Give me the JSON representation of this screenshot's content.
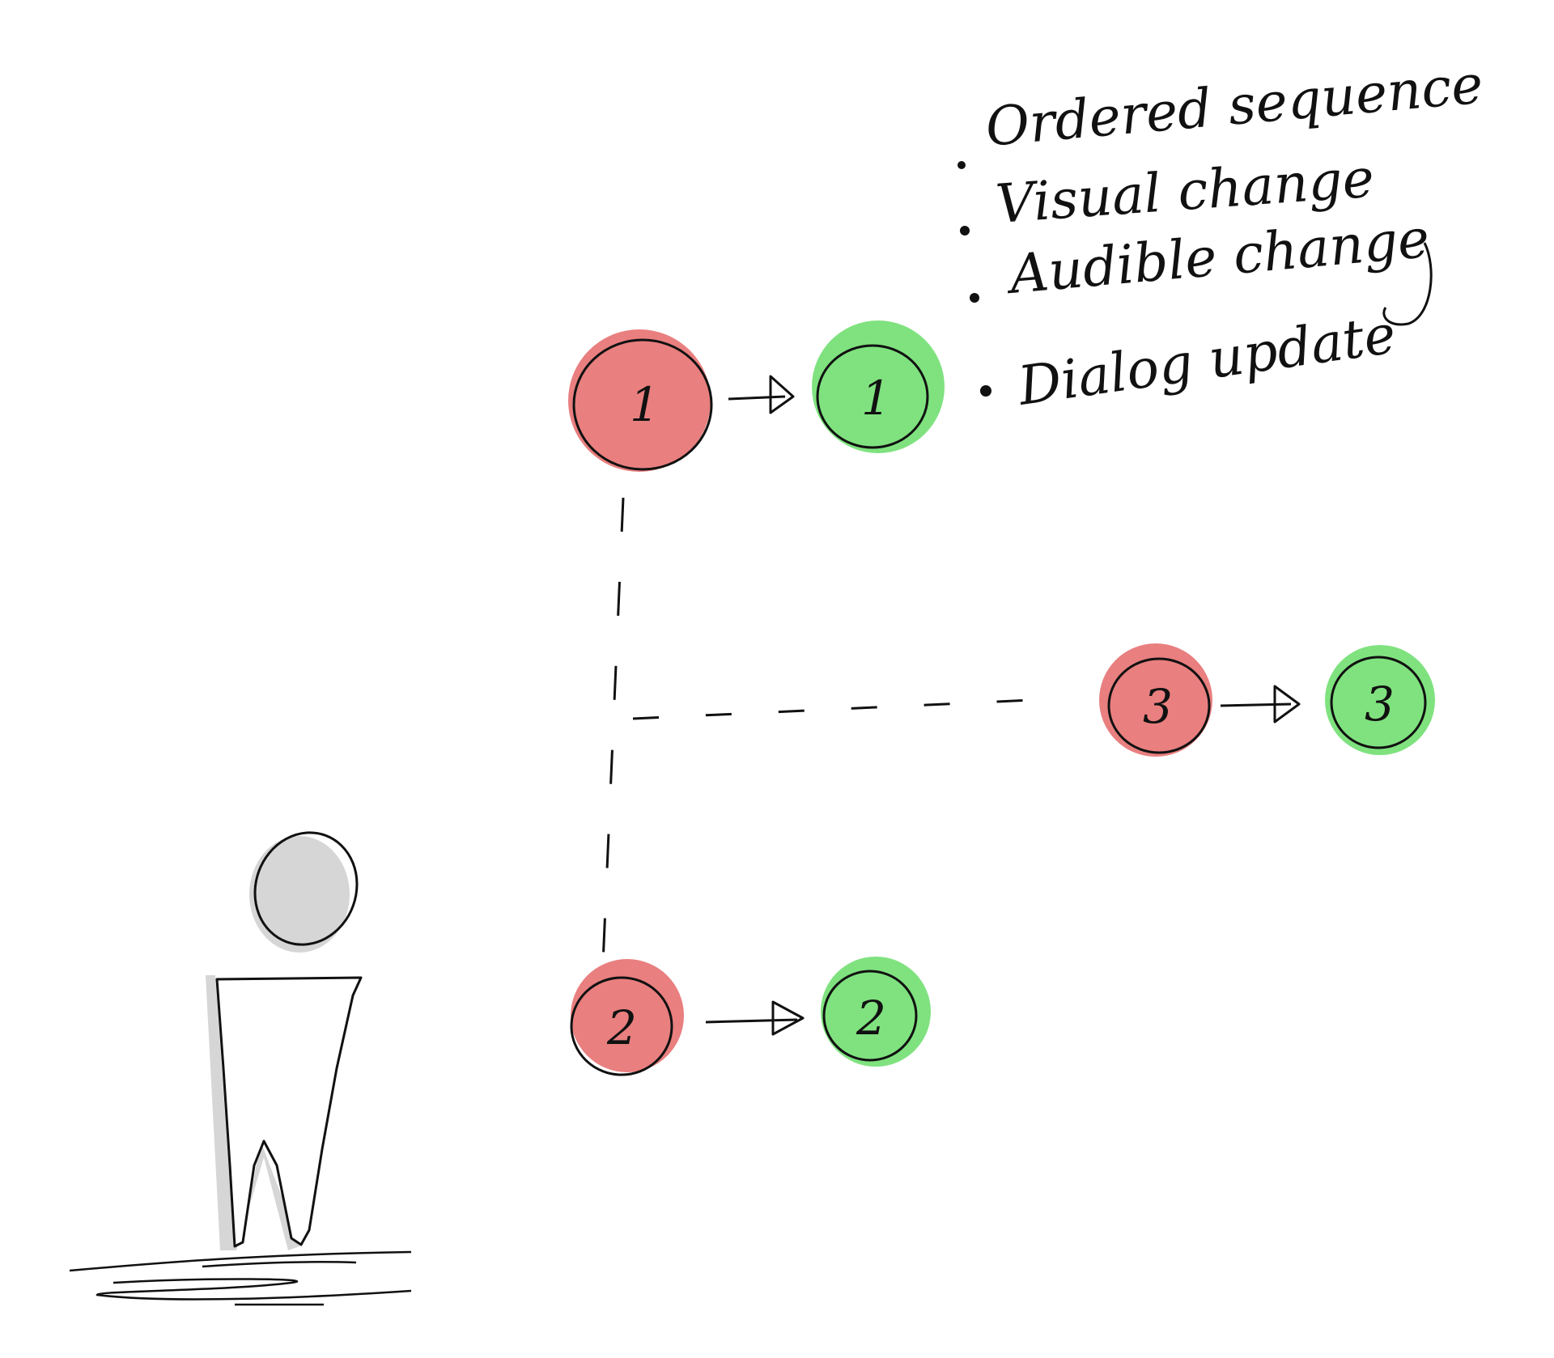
{
  "colors": {
    "pending_fill": "#e97f7f",
    "done_fill": "#7fe27f",
    "ink": "#111111",
    "person_shadow": "#d6d6d6",
    "background": "#ffffff"
  },
  "steps": [
    {
      "number": "1",
      "before_label": "1",
      "after_label": "1"
    },
    {
      "number": "2",
      "before_label": "2",
      "after_label": "2"
    },
    {
      "number": "3",
      "before_label": "3",
      "after_label": "3"
    }
  ],
  "notes": [
    "Ordered sequence",
    "Visual change",
    "Audible change",
    "Dialog update"
  ],
  "icons": {
    "person": "person-icon",
    "arrow": "arrow-right-icon"
  }
}
